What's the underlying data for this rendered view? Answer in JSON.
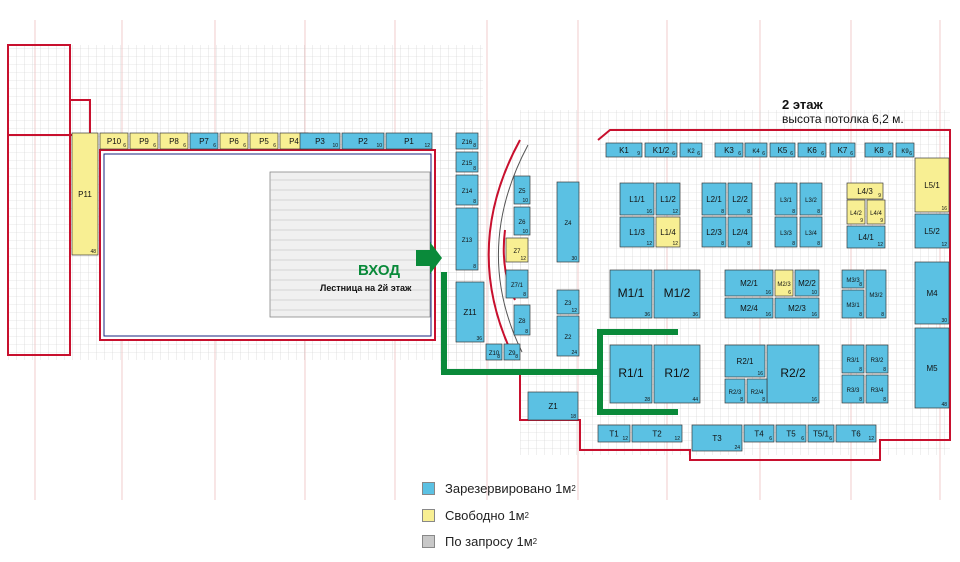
{
  "header": {
    "floor_title": "2 этаж",
    "ceiling_note": "высота потолка 6,2 м."
  },
  "entrance": {
    "title": "ВХОД",
    "subtitle": "Лестница на 2й этаж"
  },
  "colors": {
    "reserved": "#5bc1e3",
    "free": "#f8ef93",
    "on_request": "#c8c8c8",
    "wall": "#c8102e",
    "path": "#0a8a3a"
  },
  "legend": [
    {
      "label": "Зарезервировано 1м",
      "sub": "2",
      "color": "#5bc1e3"
    },
    {
      "label": "Свободно 1м",
      "sub": "2",
      "color": "#f8ef93"
    },
    {
      "label": "По запросу 1м",
      "sub": "2",
      "color": "#c8c8c8"
    }
  ],
  "stands": [
    {
      "id": "P10",
      "status": "free",
      "size": "6"
    },
    {
      "id": "P9",
      "status": "free",
      "size": "6"
    },
    {
      "id": "P8",
      "status": "free",
      "size": "6"
    },
    {
      "id": "P7",
      "status": "reserved",
      "size": "6"
    },
    {
      "id": "P6",
      "status": "free",
      "size": "6"
    },
    {
      "id": "P5",
      "status": "free",
      "size": "6"
    },
    {
      "id": "P4",
      "status": "free",
      "size": "6"
    },
    {
      "id": "P3",
      "status": "reserved",
      "size": "10"
    },
    {
      "id": "P2",
      "status": "reserved",
      "size": "10"
    },
    {
      "id": "P1",
      "status": "reserved",
      "size": "12"
    },
    {
      "id": "P11",
      "status": "free",
      "size": "48"
    },
    {
      "id": "Z16",
      "status": "reserved",
      "size": "8"
    },
    {
      "id": "Z15",
      "status": "reserved",
      "size": "8"
    },
    {
      "id": "Z14",
      "status": "reserved",
      "size": "8"
    },
    {
      "id": "Z13",
      "status": "reserved",
      "size": "8"
    },
    {
      "id": "Z11",
      "status": "reserved",
      "size": "36"
    },
    {
      "id": "Z10",
      "status": "reserved",
      "size": "8"
    },
    {
      "id": "Z9",
      "status": "reserved",
      "size": "8"
    },
    {
      "id": "Z8",
      "status": "reserved",
      "size": "8"
    },
    {
      "id": "Z7",
      "status": "free",
      "size": "12"
    },
    {
      "id": "Z7/1",
      "status": "reserved",
      "size": "8"
    },
    {
      "id": "Z6",
      "status": "reserved",
      "size": "10"
    },
    {
      "id": "Z5",
      "status": "reserved",
      "size": "10"
    },
    {
      "id": "Z4",
      "status": "reserved",
      "size": "30"
    },
    {
      "id": "Z3",
      "status": "reserved",
      "size": "12"
    },
    {
      "id": "Z2",
      "status": "reserved",
      "size": "24"
    },
    {
      "id": "Z1",
      "status": "reserved",
      "size": "18"
    },
    {
      "id": "K1",
      "status": "reserved",
      "size": "9"
    },
    {
      "id": "K1/2",
      "status": "reserved",
      "size": "6"
    },
    {
      "id": "K2",
      "status": "reserved",
      "size": "6"
    },
    {
      "id": "K3",
      "status": "reserved",
      "size": "6"
    },
    {
      "id": "K4",
      "status": "reserved",
      "size": "6"
    },
    {
      "id": "K5",
      "status": "reserved",
      "size": "6"
    },
    {
      "id": "K6",
      "status": "reserved",
      "size": "6"
    },
    {
      "id": "K7",
      "status": "reserved",
      "size": "6"
    },
    {
      "id": "K8",
      "status": "reserved",
      "size": "6"
    },
    {
      "id": "K9",
      "status": "reserved",
      "size": "6"
    },
    {
      "id": "L1/1",
      "status": "reserved",
      "size": "16"
    },
    {
      "id": "L1/2",
      "status": "reserved",
      "size": "12"
    },
    {
      "id": "L1/3",
      "status": "reserved",
      "size": "12"
    },
    {
      "id": "L1/4",
      "status": "free",
      "size": "12"
    },
    {
      "id": "L2/1",
      "status": "reserved",
      "size": "8"
    },
    {
      "id": "L2/2",
      "status": "reserved",
      "size": "8"
    },
    {
      "id": "L2/3",
      "status": "reserved",
      "size": "8"
    },
    {
      "id": "L2/4",
      "status": "reserved",
      "size": "8"
    },
    {
      "id": "L3/1",
      "status": "reserved",
      "size": "8"
    },
    {
      "id": "L3/2",
      "status": "reserved",
      "size": "8"
    },
    {
      "id": "L3/3",
      "status": "reserved",
      "size": "8"
    },
    {
      "id": "L3/4",
      "status": "reserved",
      "size": "8"
    },
    {
      "id": "L4/3",
      "status": "free",
      "size": "9"
    },
    {
      "id": "L4/2",
      "status": "free",
      "size": "9"
    },
    {
      "id": "L4/4",
      "status": "free",
      "size": "9"
    },
    {
      "id": "L4/1",
      "status": "reserved",
      "size": "12"
    },
    {
      "id": "L5/1",
      "status": "free",
      "size": "16"
    },
    {
      "id": "L5/2",
      "status": "reserved",
      "size": "12"
    },
    {
      "id": "M1/1",
      "status": "reserved",
      "size": "36"
    },
    {
      "id": "M1/2",
      "status": "reserved",
      "size": "36"
    },
    {
      "id": "M2/1",
      "status": "reserved",
      "size": "16"
    },
    {
      "id": "M2/3",
      "status": "free",
      "size": "6"
    },
    {
      "id": "M2/2",
      "status": "reserved",
      "size": "10"
    },
    {
      "id": "M2/4",
      "status": "reserved",
      "size": "16"
    },
    {
      "id": "M2/3b",
      "status": "reserved",
      "size": "16"
    },
    {
      "id": "M3/1",
      "status": "reserved",
      "size": "8"
    },
    {
      "id": "M3/2",
      "status": "reserved",
      "size": "8"
    },
    {
      "id": "M3/3",
      "status": "reserved",
      "size": "8"
    },
    {
      "id": "M4",
      "status": "reserved",
      "size": "30"
    },
    {
      "id": "M5",
      "status": "reserved",
      "size": "48"
    },
    {
      "id": "R1/1",
      "status": "reserved",
      "size": "28"
    },
    {
      "id": "R1/2",
      "status": "reserved",
      "size": "44"
    },
    {
      "id": "R2/1",
      "status": "reserved",
      "size": "16"
    },
    {
      "id": "R2/2",
      "status": "reserved",
      "size": "16"
    },
    {
      "id": "R2/3",
      "status": "reserved",
      "size": "8"
    },
    {
      "id": "R2/4",
      "status": "reserved",
      "size": "8"
    },
    {
      "id": "R3/1",
      "status": "reserved",
      "size": "8"
    },
    {
      "id": "R3/2",
      "status": "reserved",
      "size": "8"
    },
    {
      "id": "R3/3",
      "status": "reserved",
      "size": "8"
    },
    {
      "id": "R3/4",
      "status": "reserved",
      "size": "8"
    },
    {
      "id": "T1",
      "status": "reserved",
      "size": "12"
    },
    {
      "id": "T2",
      "status": "reserved",
      "size": "12"
    },
    {
      "id": "T3",
      "status": "reserved",
      "size": "24"
    },
    {
      "id": "T4",
      "status": "reserved",
      "size": "6"
    },
    {
      "id": "T5",
      "status": "reserved",
      "size": "6"
    },
    {
      "id": "T5/1",
      "status": "reserved",
      "size": "6"
    },
    {
      "id": "T6",
      "status": "reserved",
      "size": "12"
    }
  ]
}
